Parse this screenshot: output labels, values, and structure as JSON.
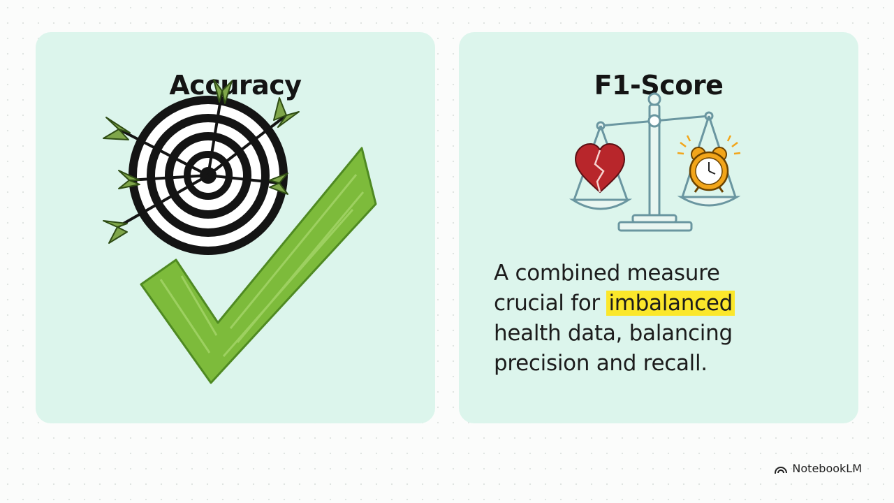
{
  "cards": [
    {
      "title": "Accuracy",
      "icon": "target-with-arrows-icon",
      "icon2": "checkmark-icon"
    },
    {
      "title": "F1-Score",
      "icon": "balance-scale-icon",
      "description_before": "A combined measure crucial for ",
      "description_highlight": "imbalanced",
      "description_after": " health data, balancing precision and recall."
    }
  ],
  "brand": {
    "label": "NotebookLM",
    "icon": "notebooklm-logo-icon"
  },
  "colors": {
    "card_bg": "#dcf5ec",
    "highlight": "#fbe72b",
    "check_green": "#7dbb3b",
    "heart_red": "#b8262b",
    "clock_orange": "#f2a51a",
    "scale_blue": "#6a96a0"
  }
}
